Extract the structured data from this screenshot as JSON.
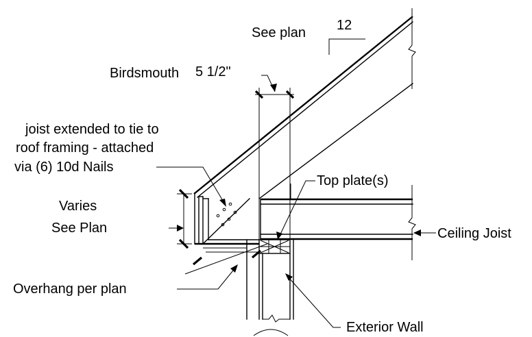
{
  "labels": {
    "slope_prefix": "See plan",
    "slope_rise": "12",
    "birdsmouth_label": "Birdsmouth",
    "birdsmouth_dim": "5 1/2\"",
    "joist_note_1": "joist extended to tie to",
    "joist_note_2": "roof framing - attached",
    "joist_note_3": "via (6) 10d Nails",
    "top_plate": "Top plate(s)",
    "varies_1": "Varies",
    "varies_2": "See Plan",
    "ceiling_joist": "Ceiling Joist",
    "overhang": "Overhang per plan",
    "exterior_wall": "Exterior Wall"
  }
}
